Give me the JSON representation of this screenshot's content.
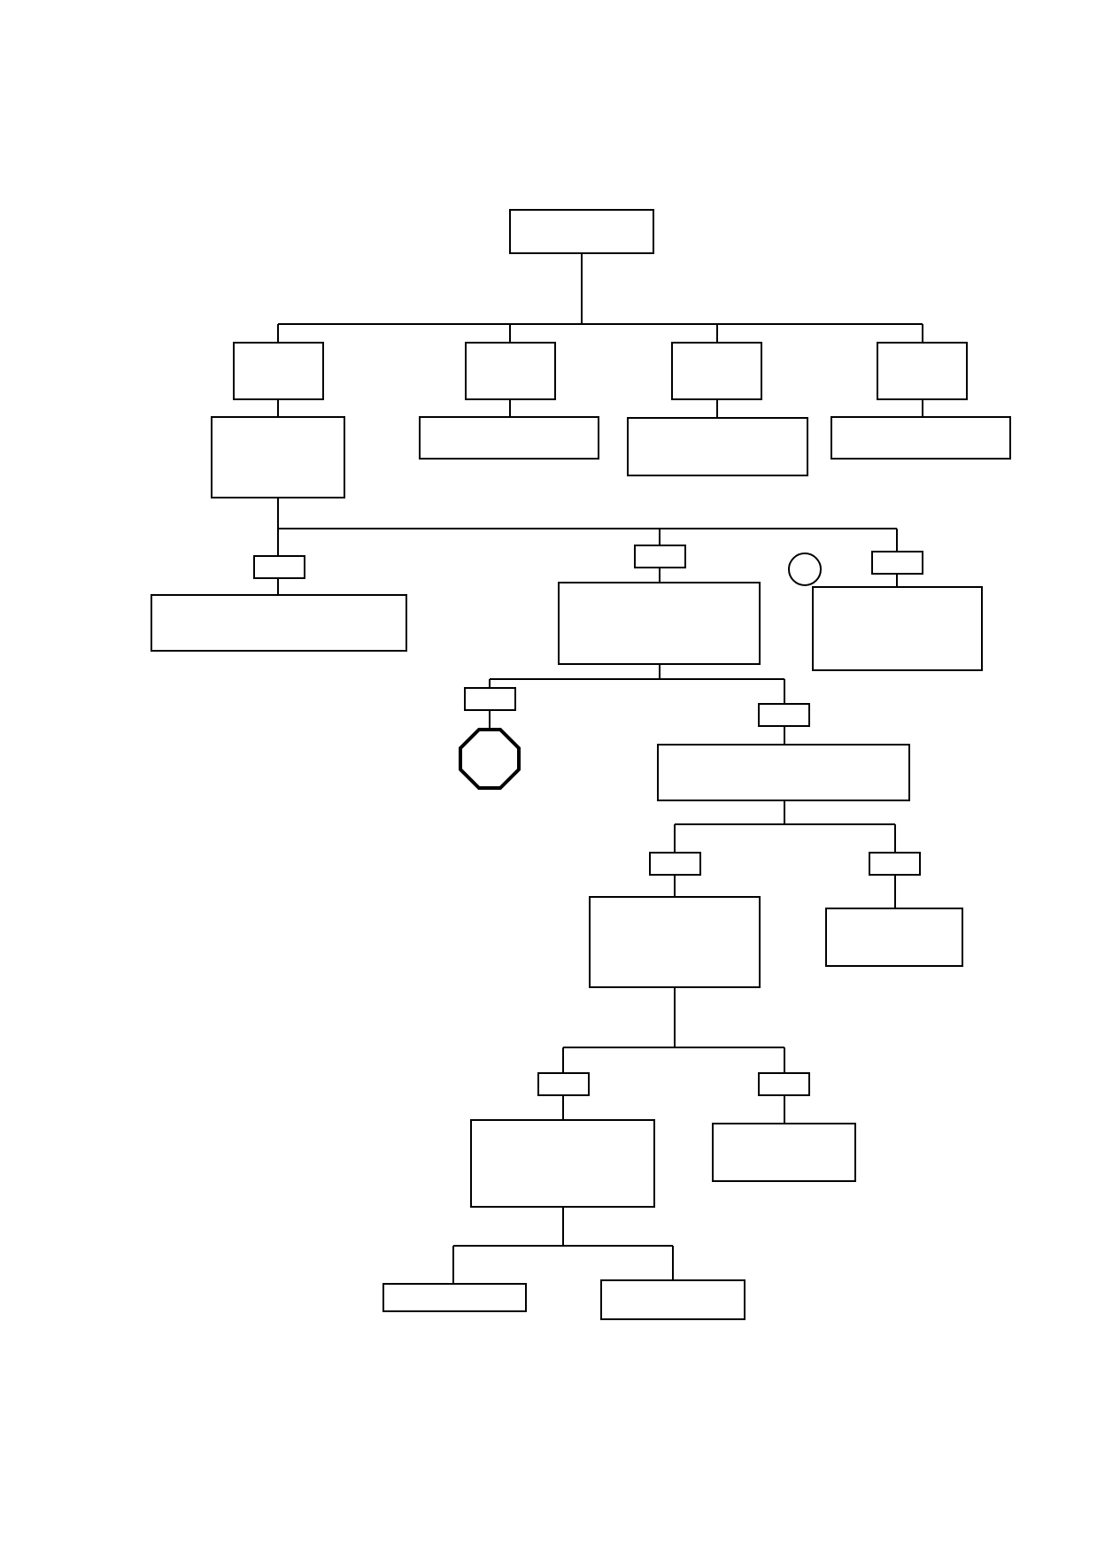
{
  "diagram": {
    "type": "tree",
    "labels": [],
    "colors": {
      "stroke": "#000000",
      "fill": "#ffffff"
    },
    "icons": [
      "circle-marker",
      "octagon-stop"
    ]
  }
}
